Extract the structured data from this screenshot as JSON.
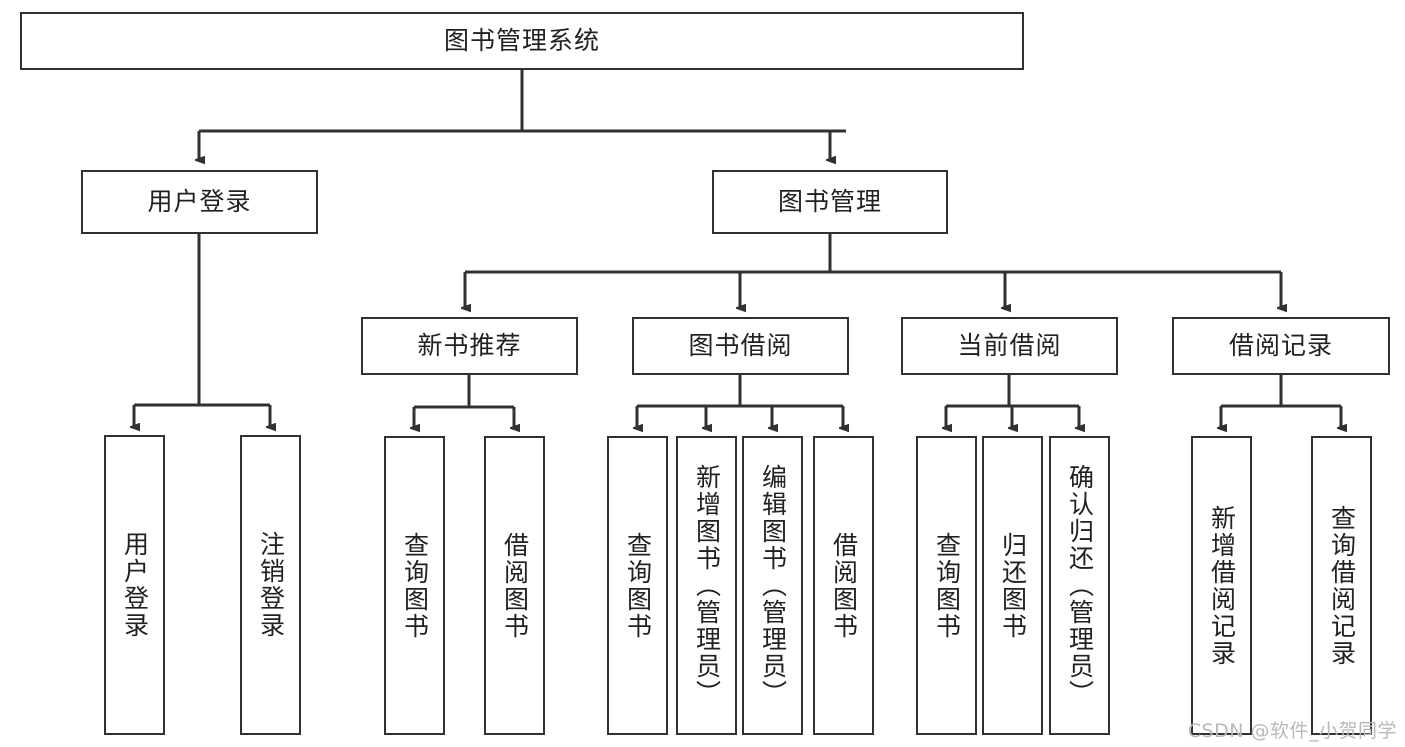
{
  "diagram": {
    "title": "图书管理系统",
    "watermark": "CSDN @软件_小贺同学",
    "colors": {
      "stroke": "#33312f",
      "text": "#23211f",
      "background": "#ffffff",
      "watermark": "#b9b9b9"
    },
    "levels": {
      "root": {
        "label": "图书管理系统"
      },
      "level2": [
        {
          "id": "user-login",
          "label": "用户登录"
        },
        {
          "id": "book-management",
          "label": "图书管理"
        }
      ],
      "level3": [
        {
          "id": "new-book-recommend",
          "label": "新书推荐"
        },
        {
          "id": "book-borrow",
          "label": "图书借阅"
        },
        {
          "id": "current-borrow",
          "label": "当前借阅"
        },
        {
          "id": "borrow-record",
          "label": "借阅记录"
        }
      ],
      "leaves": [
        {
          "id": "leaf-user-login",
          "label": "用户登录",
          "parent": "user-login"
        },
        {
          "id": "leaf-logout-login",
          "label": "注销登录",
          "parent": "user-login"
        },
        {
          "id": "leaf-query-book-1",
          "label": "查询图书",
          "parent": "new-book-recommend"
        },
        {
          "id": "leaf-borrow-book-1",
          "label": "借阅图书",
          "parent": "new-book-recommend"
        },
        {
          "id": "leaf-query-book-2",
          "label": "查询图书",
          "parent": "book-borrow"
        },
        {
          "id": "leaf-add-book",
          "label": "新增图书（管理员）",
          "parent": "book-borrow"
        },
        {
          "id": "leaf-edit-book",
          "label": "编辑图书（管理员）",
          "parent": "book-borrow"
        },
        {
          "id": "leaf-borrow-book-2",
          "label": "借阅图书",
          "parent": "book-borrow"
        },
        {
          "id": "leaf-query-book-3",
          "label": "查询图书",
          "parent": "current-borrow"
        },
        {
          "id": "leaf-return-book",
          "label": "归还图书",
          "parent": "current-borrow"
        },
        {
          "id": "leaf-confirm-return",
          "label": "确认归还（管理员）",
          "parent": "current-borrow"
        },
        {
          "id": "leaf-add-record",
          "label": "新增借阅记录",
          "parent": "borrow-record"
        },
        {
          "id": "leaf-query-record",
          "label": "查询借阅记录",
          "parent": "borrow-record"
        }
      ]
    }
  }
}
